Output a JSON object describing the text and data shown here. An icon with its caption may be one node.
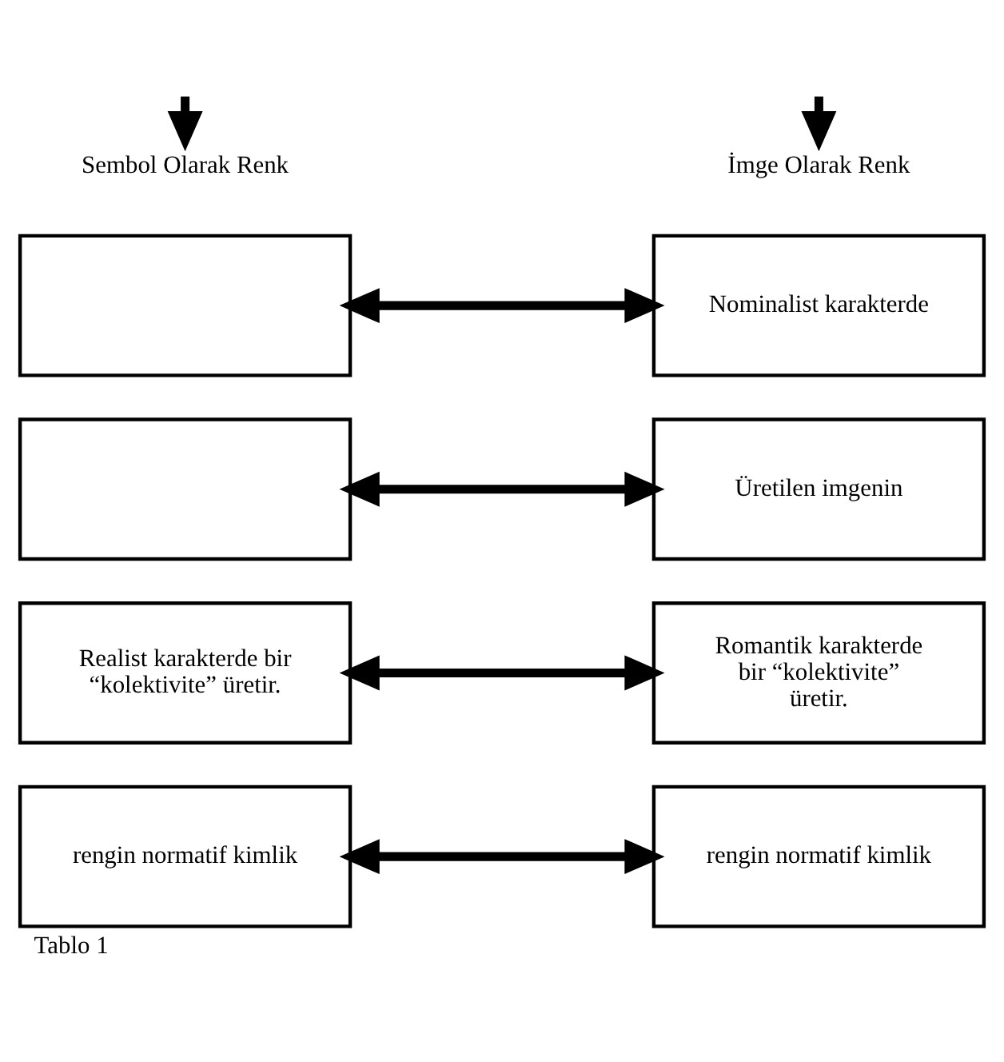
{
  "diagram": {
    "caption": "Tablo 1",
    "nodes": [
      {
        "text": [
          "Sembol Olarak Renk"
        ]
      },
      {
        "text": [
          "İmge Olarak Renk"
        ]
      },
      {
        "text": [],
        "shape": "box"
      },
      {
        "text": [
          "Nominalist karakterde"
        ]
      },
      {
        "text": [],
        "shape": "box"
      },
      {
        "text": [
          "Üretilen imgenin"
        ]
      },
      {
        "text": [
          "Realist karakterde bir “kolektivite” üretir."
        ]
      },
      {
        "text": [
          "Romantik karakterde bir “kolektivite” üretir."
        ]
      },
      {
        "text": [
          "rengin normatif kimlik"
        ]
      },
      {
        "text": [
          "rengin normatif kimlik"
        ]
      }
    ],
    "edges": [
      {
        "from": null,
        "to": 0,
        "arrow": "to"
      },
      {
        "from": null,
        "to": 1,
        "arrow": "to"
      },
      {
        "from": 2,
        "to": 3,
        "arrow": "both"
      },
      {
        "from": 4,
        "to": 5,
        "arrow": "both"
      },
      {
        "from": 6,
        "to": 7,
        "arrow": "both"
      },
      {
        "from": 8,
        "to": 9,
        "arrow": "both"
      }
    ]
  }
}
